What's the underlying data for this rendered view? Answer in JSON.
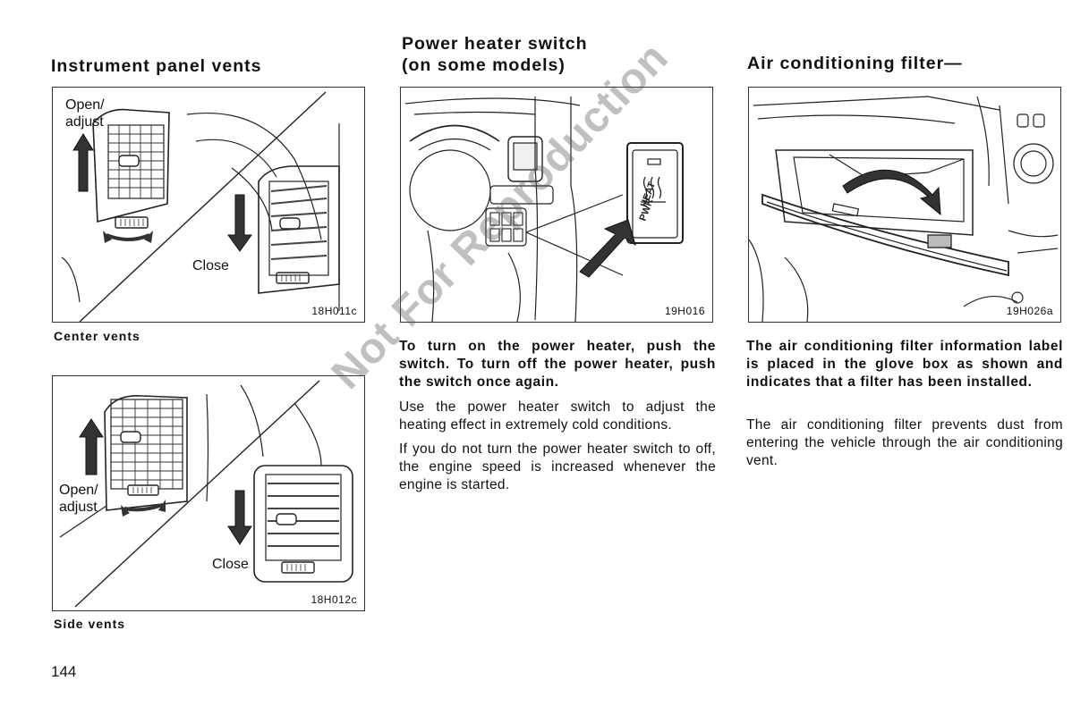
{
  "sections": {
    "vents": {
      "heading": "Instrument panel vents",
      "center_figure": {
        "open_label": "Open/\nadjust",
        "close_label": "Close",
        "code": "18H011c",
        "caption": "Center vents"
      },
      "side_figure": {
        "open_label": "Open/\nadjust",
        "close_label": "Close",
        "code": "18H012c",
        "caption": "Side vents"
      }
    },
    "heater": {
      "heading_line1": "Power heater switch",
      "heading_line2": "(on some models)",
      "figure": {
        "code": "19H016",
        "switch_text": "PWR\nHEAT"
      },
      "bold_text": "To turn on the power heater, push the switch. To turn off the power heater, push the switch once again.",
      "para1": "Use the power heater switch to adjust the heating effect in extremely cold conditions.",
      "para2": "If you do not turn the power heater switch to off, the engine speed is increased whenever the engine is started."
    },
    "filter": {
      "heading": "Air conditioning filter—",
      "figure": {
        "code": "19H026a"
      },
      "bold_text": "The air conditioning filter information label is placed in the glove box as shown and indicates that a filter has been installed.",
      "para1": "The air conditioning filter prevents dust from entering the vehicle through the air conditioning vent."
    }
  },
  "page_number": "144",
  "watermark": "Not For Reproduction"
}
